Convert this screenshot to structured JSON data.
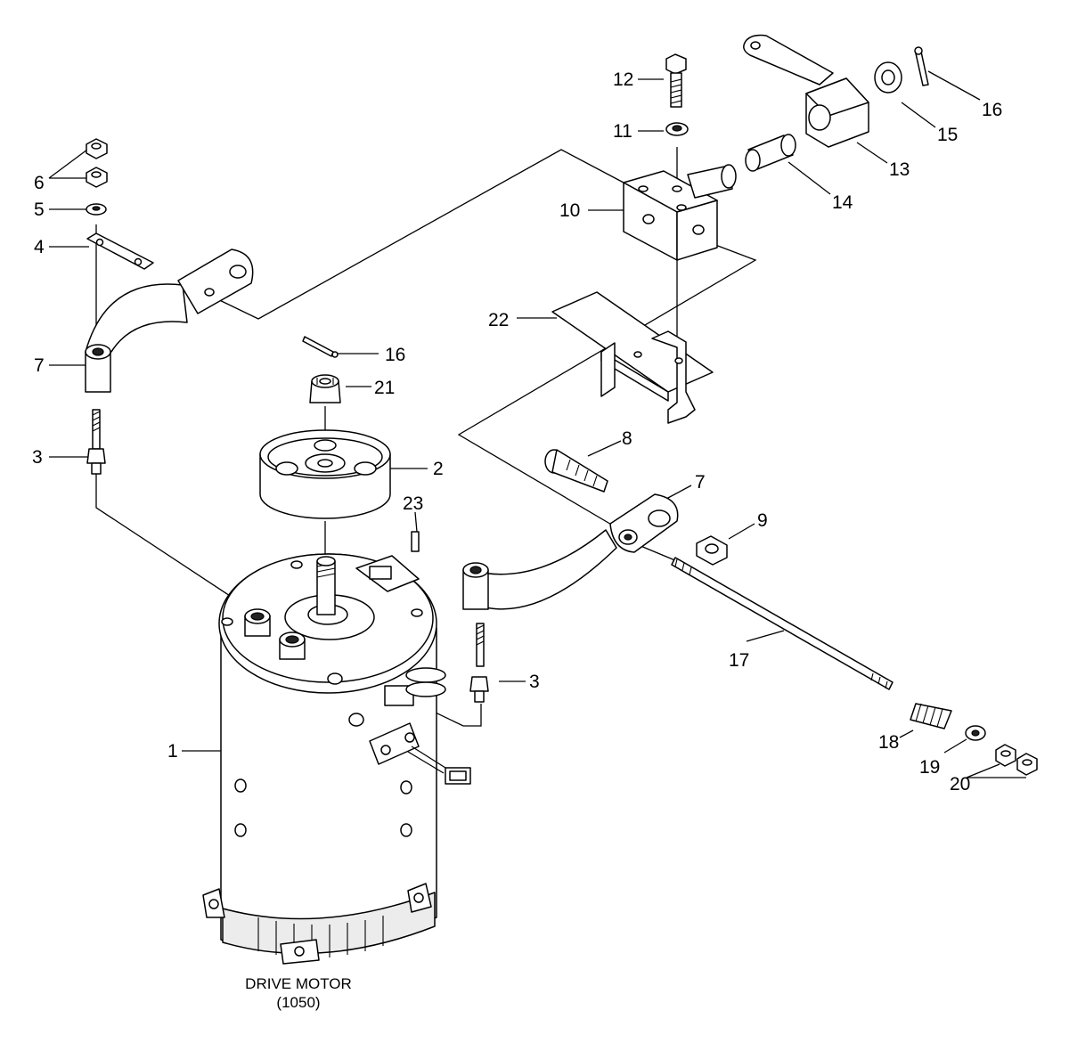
{
  "callouts": {
    "p1": "1",
    "p2": "2",
    "p3a": "3",
    "p3b": "3",
    "p4": "4",
    "p5": "5",
    "p6": "6",
    "p7a": "7",
    "p7b": "7",
    "p8": "8",
    "p9": "9",
    "p10": "10",
    "p11": "11",
    "p12": "12",
    "p13": "13",
    "p14": "14",
    "p15": "15",
    "p16a": "16",
    "p16b": "16",
    "p17": "17",
    "p18": "18",
    "p19": "19",
    "p20": "20",
    "p21": "21",
    "p22": "22",
    "p23": "23"
  },
  "caption": {
    "line1": "DRIVE MOTOR",
    "line2": "(1050)"
  }
}
